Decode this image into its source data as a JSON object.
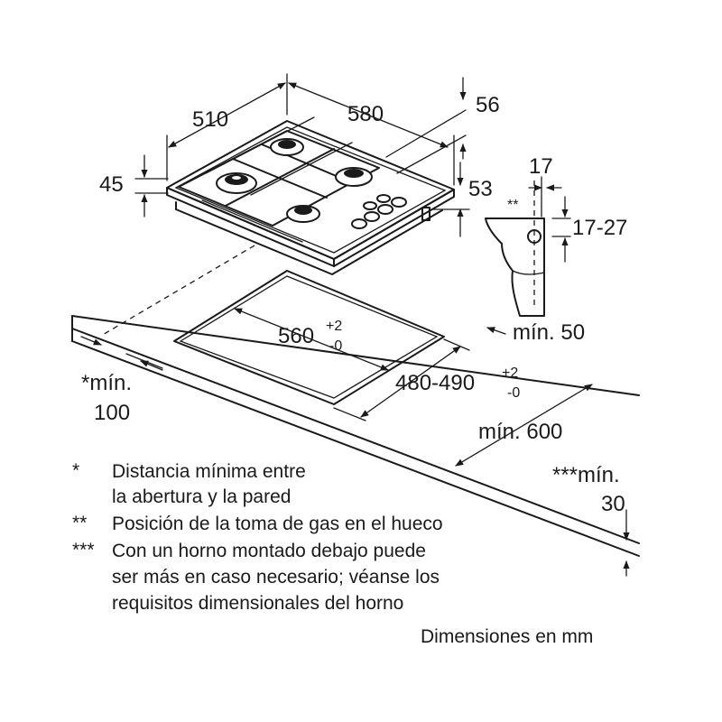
{
  "dimensions": {
    "width_510": "510",
    "width_580": "580",
    "depth_56": "56",
    "height_45": "45",
    "depth_53": "53",
    "gas_offset_17": "17",
    "gas_height_17_27": "17-27",
    "gas_marker": "**",
    "min_50": "mín. 50",
    "cutout_560": "560",
    "cutout_560_tol_plus": "+2",
    "cutout_560_tol_minus": "-0",
    "cutout_480_490": "480-490",
    "cutout_480_tol_plus": "+2",
    "cutout_480_tol_minus": "-0",
    "min_100_label": "*mín.",
    "min_100_value": "100",
    "min_600": "mín. 600",
    "min_30_label": "***mín.",
    "min_30_value": "30"
  },
  "notes": [
    {
      "marker": "*",
      "lines": [
        "Distancia mínima entre",
        "la abertura y la pared"
      ]
    },
    {
      "marker": "**",
      "lines": [
        "Posición de la toma de gas en el hueco"
      ]
    },
    {
      "marker": "***",
      "lines": [
        "Con un horno montado debajo puede",
        "ser más en caso necesario; véanse los",
        "requisitos dimensionales del horno"
      ]
    }
  ],
  "units_note": "Dimensiones en mm"
}
